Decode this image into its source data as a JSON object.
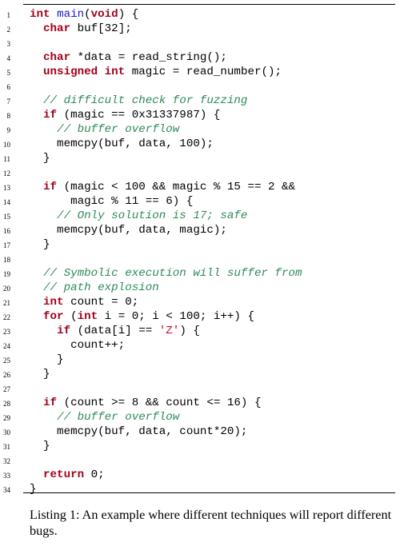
{
  "listing": {
    "lines": [
      {
        "n": "1",
        "tokens": [
          {
            "t": "int",
            "c": "kw"
          },
          {
            "t": " "
          },
          {
            "t": "main",
            "c": "fn"
          },
          {
            "t": "("
          },
          {
            "t": "void",
            "c": "kw"
          },
          {
            "t": ") {"
          }
        ]
      },
      {
        "n": "2",
        "tokens": [
          {
            "t": "  "
          },
          {
            "t": "char",
            "c": "kw"
          },
          {
            "t": " buf[32];"
          }
        ]
      },
      {
        "n": "3",
        "tokens": []
      },
      {
        "n": "4",
        "tokens": [
          {
            "t": "  "
          },
          {
            "t": "char",
            "c": "kw"
          },
          {
            "t": " *data = read_string();"
          }
        ]
      },
      {
        "n": "5",
        "tokens": [
          {
            "t": "  "
          },
          {
            "t": "unsigned int",
            "c": "kw"
          },
          {
            "t": " magic = read_number();"
          }
        ]
      },
      {
        "n": "6",
        "tokens": []
      },
      {
        "n": "7",
        "tokens": [
          {
            "t": "  "
          },
          {
            "t": "// difficult check for fuzzing",
            "c": "cm"
          }
        ]
      },
      {
        "n": "8",
        "tokens": [
          {
            "t": "  "
          },
          {
            "t": "if",
            "c": "kw"
          },
          {
            "t": " (magic == 0x31337987) {"
          }
        ]
      },
      {
        "n": "9",
        "tokens": [
          {
            "t": "    "
          },
          {
            "t": "// buffer overflow",
            "c": "cm"
          }
        ]
      },
      {
        "n": "10",
        "tokens": [
          {
            "t": "    memcpy(buf, data, 100);"
          }
        ]
      },
      {
        "n": "11",
        "tokens": [
          {
            "t": "  }"
          }
        ]
      },
      {
        "n": "12",
        "tokens": []
      },
      {
        "n": "13",
        "tokens": [
          {
            "t": "  "
          },
          {
            "t": "if",
            "c": "kw"
          },
          {
            "t": " (magic < 100 && magic % 15 == 2 &&"
          }
        ]
      },
      {
        "n": "14",
        "tokens": [
          {
            "t": "      magic % 11 == 6) {"
          }
        ]
      },
      {
        "n": "15",
        "tokens": [
          {
            "t": "    "
          },
          {
            "t": "// Only solution is 17; safe",
            "c": "cm"
          }
        ]
      },
      {
        "n": "16",
        "tokens": [
          {
            "t": "    memcpy(buf, data, magic);"
          }
        ]
      },
      {
        "n": "17",
        "tokens": [
          {
            "t": "  }"
          }
        ]
      },
      {
        "n": "18",
        "tokens": []
      },
      {
        "n": "19",
        "tokens": [
          {
            "t": "  "
          },
          {
            "t": "// Symbolic execution will suffer from",
            "c": "cm"
          }
        ]
      },
      {
        "n": "20",
        "tokens": [
          {
            "t": "  "
          },
          {
            "t": "// path explosion",
            "c": "cm"
          }
        ]
      },
      {
        "n": "21",
        "tokens": [
          {
            "t": "  "
          },
          {
            "t": "int",
            "c": "kw"
          },
          {
            "t": " count = 0;"
          }
        ]
      },
      {
        "n": "22",
        "tokens": [
          {
            "t": "  "
          },
          {
            "t": "for",
            "c": "kw"
          },
          {
            "t": " ("
          },
          {
            "t": "int",
            "c": "kw"
          },
          {
            "t": " i = 0; i < 100; i++) {"
          }
        ]
      },
      {
        "n": "23",
        "tokens": [
          {
            "t": "    "
          },
          {
            "t": "if",
            "c": "kw"
          },
          {
            "t": " (data[i] == "
          },
          {
            "t": "'Z'",
            "c": "st"
          },
          {
            "t": ") {"
          }
        ]
      },
      {
        "n": "24",
        "tokens": [
          {
            "t": "      count++;"
          }
        ]
      },
      {
        "n": "25",
        "tokens": [
          {
            "t": "    }"
          }
        ]
      },
      {
        "n": "26",
        "tokens": [
          {
            "t": "  }"
          }
        ]
      },
      {
        "n": "27",
        "tokens": []
      },
      {
        "n": "28",
        "tokens": [
          {
            "t": "  "
          },
          {
            "t": "if",
            "c": "kw"
          },
          {
            "t": " (count >= 8 && count <= 16) {"
          }
        ]
      },
      {
        "n": "29",
        "tokens": [
          {
            "t": "    "
          },
          {
            "t": "// buffer overflow",
            "c": "cm"
          }
        ]
      },
      {
        "n": "30",
        "tokens": [
          {
            "t": "    memcpy(buf, data, count*20);"
          }
        ]
      },
      {
        "n": "31",
        "tokens": [
          {
            "t": "  }"
          }
        ]
      },
      {
        "n": "32",
        "tokens": []
      },
      {
        "n": "33",
        "tokens": [
          {
            "t": "  "
          },
          {
            "t": "return",
            "c": "kw"
          },
          {
            "t": " 0;"
          }
        ]
      },
      {
        "n": "34",
        "tokens": [
          {
            "t": "}"
          }
        ]
      }
    ]
  },
  "caption": {
    "text": "Listing 1: An example where different techniques will report different bugs."
  },
  "colors": {
    "keyword": "#a0001a",
    "function": "#1a1ac8",
    "comment": "#2e8b57",
    "string": "#c8102e"
  }
}
